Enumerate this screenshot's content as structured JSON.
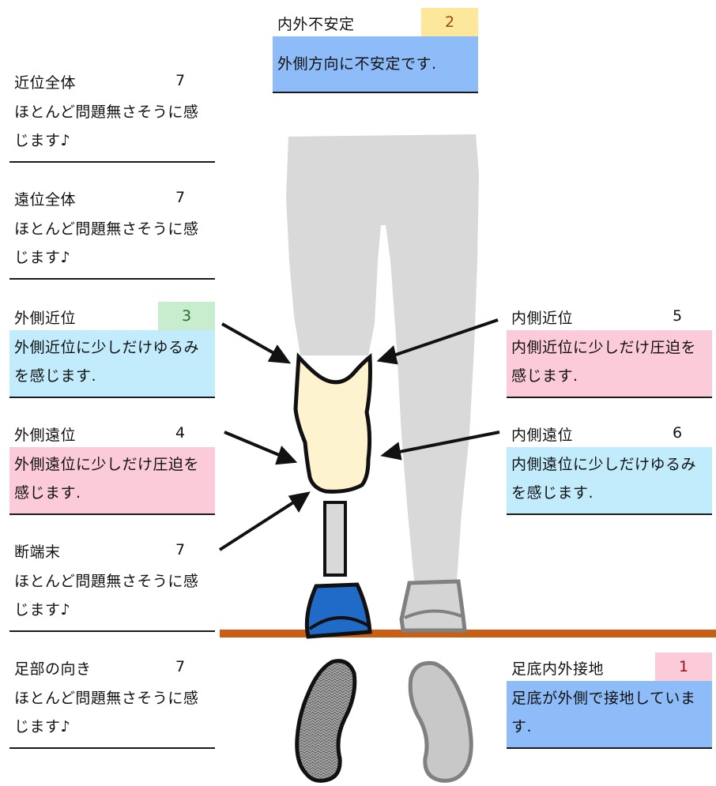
{
  "colors": {
    "blue": "#8ebcf8",
    "lightblue": "#c2ecfc",
    "pink": "#fbcbd9",
    "yellow": "#fde79a",
    "green": "#c8ecce",
    "floor": "#c95f17",
    "socket": "#fef3cf",
    "shoe": "#1f6bc7",
    "leg": "#d9d9d9"
  },
  "cards": {
    "top": {
      "name": "内外不安定",
      "score": "2",
      "comment": "外側方向に不安定です."
    },
    "proximal_all": {
      "name": "近位全体",
      "score": "7",
      "comment": "ほとんど問題無さそうに感じます♪"
    },
    "distal_all": {
      "name": "遠位全体",
      "score": "7",
      "comment": "ほとんど問題無さそうに感じます♪"
    },
    "lateral_proximal": {
      "name": "外側近位",
      "score": "3",
      "comment": "外側近位に少しだけゆるみを感じます."
    },
    "lateral_distal": {
      "name": "外側遠位",
      "score": "4",
      "comment": "外側遠位に少しだけ圧迫を感じます."
    },
    "stump_end": {
      "name": "断端末",
      "score": "7",
      "comment": "ほとんど問題無さそうに感じます♪"
    },
    "foot_direction": {
      "name": "足部の向き",
      "score": "7",
      "comment": "ほとんど問題無さそうに感じます♪"
    },
    "medial_proximal": {
      "name": "内側近位",
      "score": "5",
      "comment": "内側近位に少しだけ圧迫を感じます."
    },
    "medial_distal": {
      "name": "内側遠位",
      "score": "6",
      "comment": "内側遠位に少しだけゆるみを感じます."
    },
    "sole_contact": {
      "name": "足底内外接地",
      "score": "1",
      "comment": "足底が外側で接地しています."
    }
  }
}
